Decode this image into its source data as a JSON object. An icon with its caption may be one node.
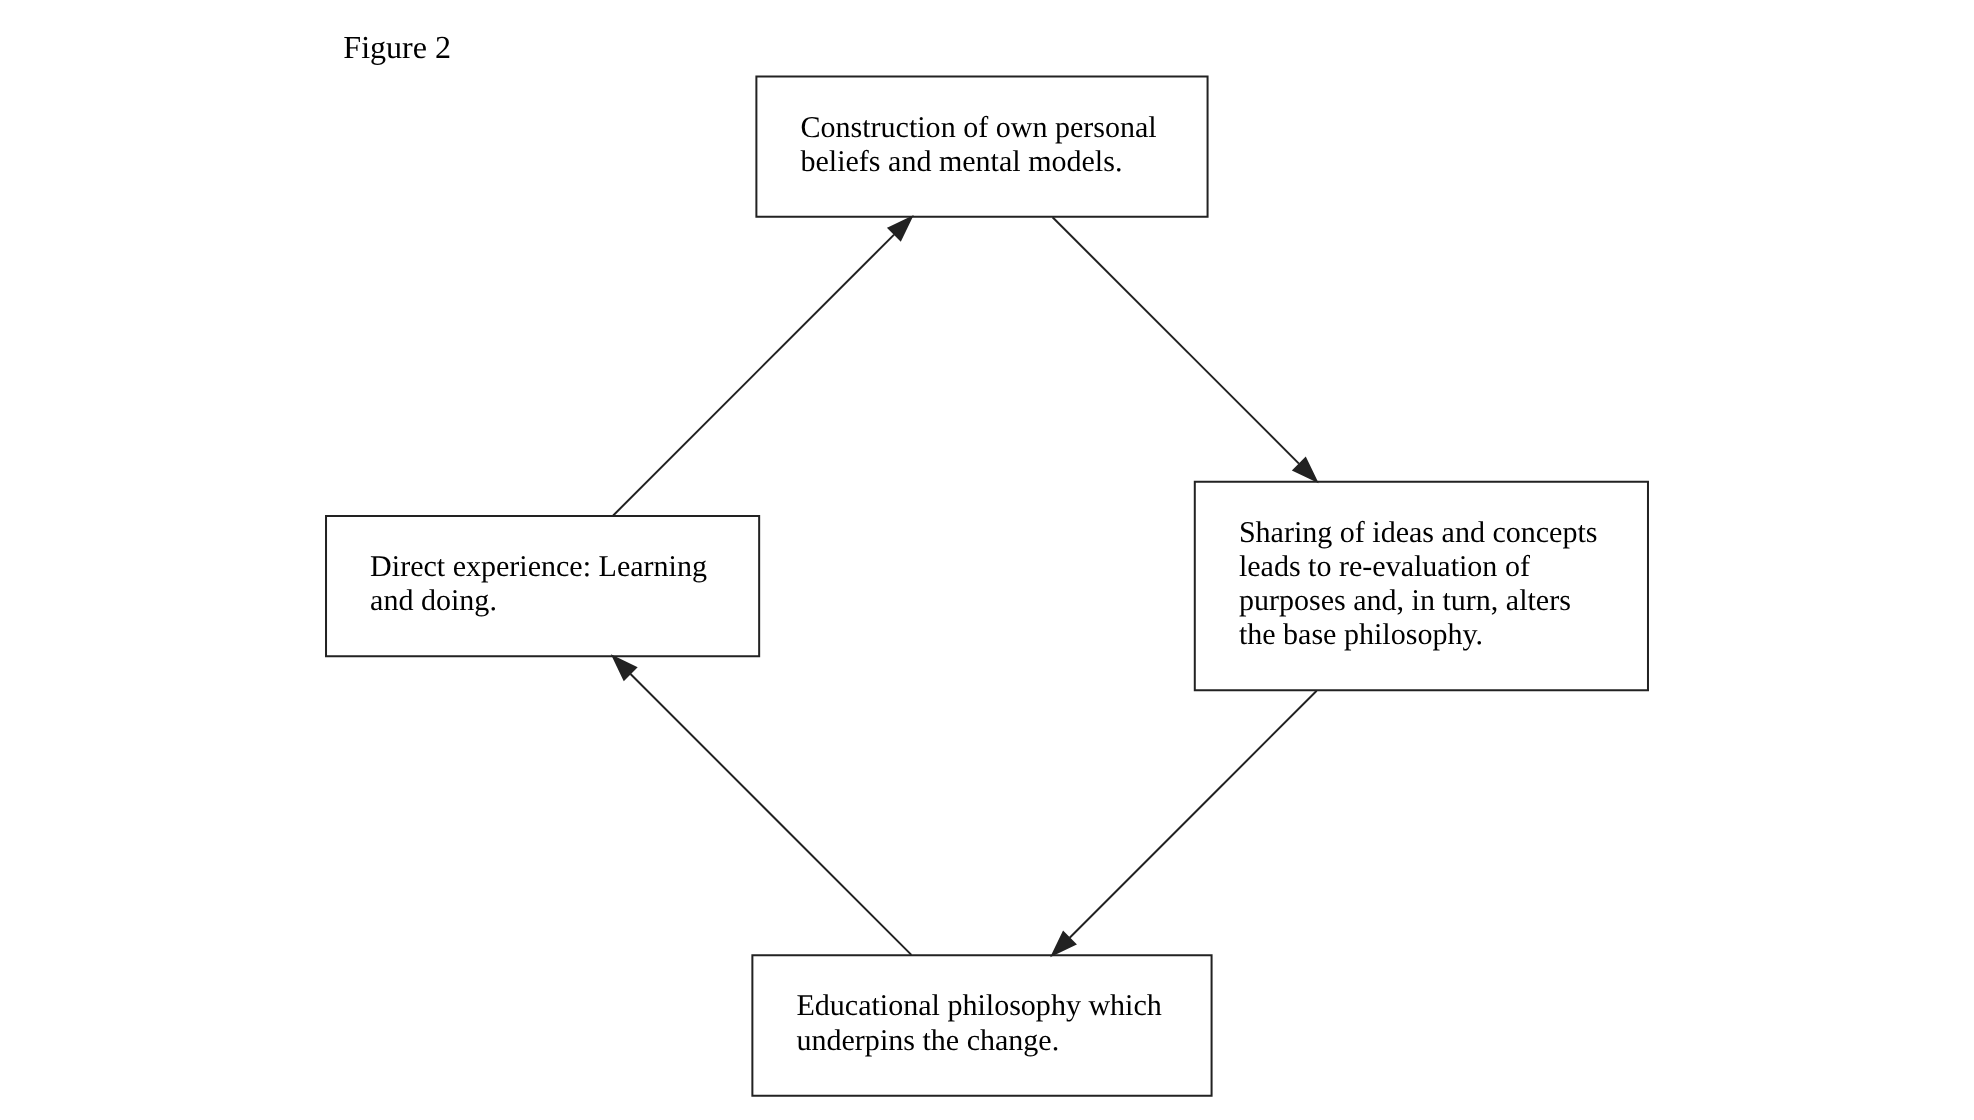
{
  "diagram": {
    "title": "Figure 2",
    "nodes": [
      {
        "text": [
          "Educational philosophy which underpins the change."
        ]
      },
      {
        "text": [
          "Direct experience: Learning and doing."
        ]
      },
      {
        "text": [
          "Sharing of ideas and concepts leads to re-evaluation of purposes and, in turn, alters the base philosophy."
        ]
      },
      {
        "text": [
          "Construction of own personal beliefs and mental models."
        ]
      }
    ],
    "edges": [
      {
        "from": 0,
        "to": 1,
        "arrow": "to"
      },
      {
        "from": 1,
        "to": 3,
        "arrow": "to"
      },
      {
        "from": 3,
        "to": 2,
        "arrow": "to"
      },
      {
        "from": 2,
        "to": 0,
        "arrow": "to"
      }
    ]
  }
}
